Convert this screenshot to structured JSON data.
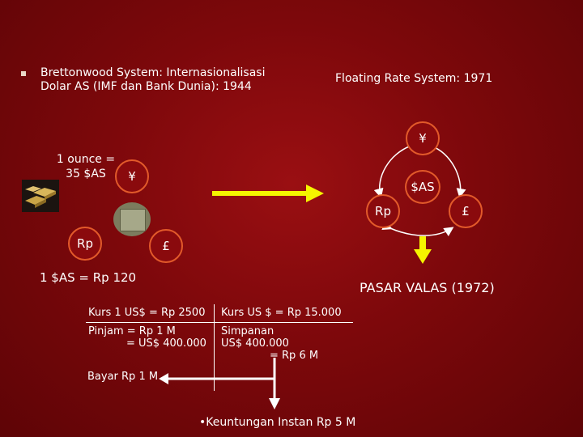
{
  "slide": {
    "bullet_left": "Brettonwood System: Internasionalisasi Dolar AS (IMF dan Bank Dunia): 1944",
    "bullet_left_line1": "Brettonwood System: Internasionalisasi",
    "bullet_left_line2": "Dolar AS (IMF dan Bank Dunia): 1944",
    "floating_title": "Floating Rate System: 1971"
  },
  "bretton": {
    "ounce_line1": "1 ounce =",
    "ounce_line2": "35 $AS",
    "yen": "¥",
    "rp": "Rp",
    "pound": "£",
    "rate": "1 $AS = Rp 120"
  },
  "floating": {
    "yen": "¥",
    "usd": "$AS",
    "rp": "Rp",
    "pound": "£",
    "pasar": "PASAR VALAS (1972)"
  },
  "kurs_table": {
    "col1_header": "Kurs 1 US$ = Rp 2500",
    "col2_header": "Kurs  US $ = Rp 15.000",
    "col1_body_line1": "Pinjam  = Rp 1 M",
    "col1_body_line2": "= US$ 400.000",
    "col2_body_line1": "Simpanan",
    "col2_body_line2": "US$ 400.000",
    "col2_body_line3": "= Rp 6 M",
    "bayar": "Bayar Rp 1 M",
    "keuntungan": "•Keuntungan Instan Rp 5 M"
  },
  "colors": {
    "background": "#7d080b",
    "circle_border": "#e25a2a",
    "arrow_yellow": "#f5f500",
    "text": "#ffffff"
  },
  "icons": {
    "bullet": "square-bullet-icon",
    "gold": "gold-bars-image",
    "money": "dollar-bills-image"
  }
}
